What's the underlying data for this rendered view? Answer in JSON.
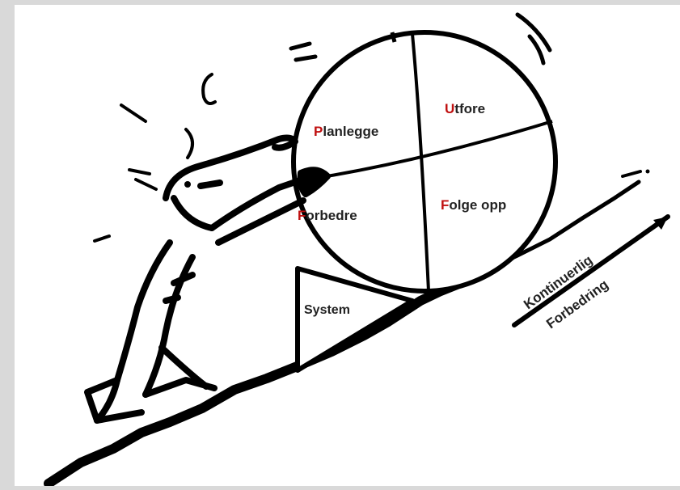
{
  "colors": {
    "frame": "#d9d9d9",
    "paper": "#ffffff",
    "ink": "#000000",
    "accent": "#c01010"
  },
  "pdca": {
    "plan": {
      "initial": "P",
      "rest": "lanlegge"
    },
    "do": {
      "initial": "U",
      "rest": "tfore"
    },
    "check": {
      "initial": "F",
      "rest": "olge opp"
    },
    "act": {
      "initial": "F",
      "rest": "orbedre"
    }
  },
  "wedge_label": "System",
  "arrow": {
    "line1": "Kontinuerlig",
    "line2": "Forbedring"
  }
}
